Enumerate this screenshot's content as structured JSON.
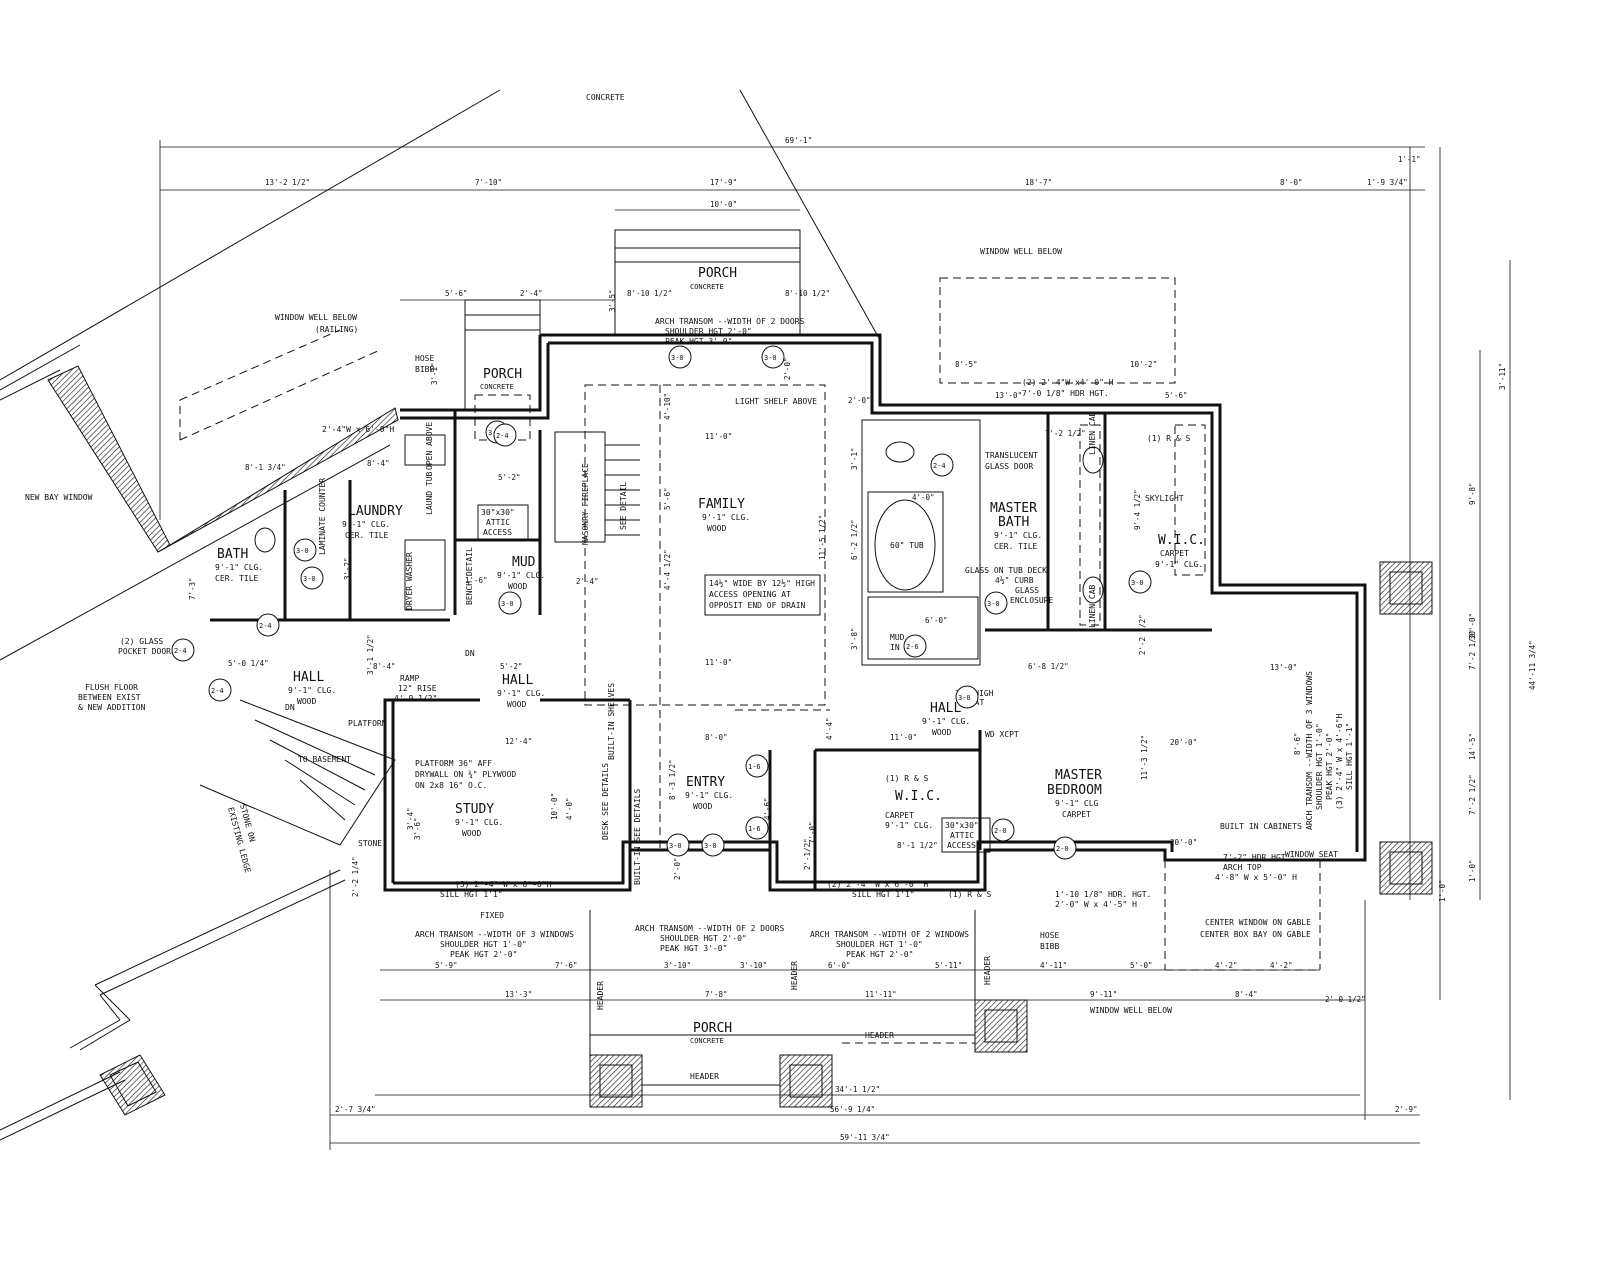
{
  "site": {
    "concrete": "CONCRETE",
    "new_bay_window": "NEW BAY WINDOW",
    "window_well_below_railing_1": "WINDOW WELL BELOW",
    "window_well_below_railing_2": "(RAILING)",
    "window_well_below_top": "WINDOW WELL BELOW",
    "window_well_below_bottom": "WINDOW WELL BELOW",
    "hose_bibb_top_1": "HOSE",
    "hose_bibb_top_2": "BIBB",
    "hose_bibb_bottom_1": "HOSE",
    "hose_bibb_bottom_2": "BIBB",
    "flush_floor_1": "FLUSH FLOOR",
    "flush_floor_2": "BETWEEN EXIST",
    "flush_floor_3": "& NEW ADDITION",
    "glass_pocket_1": "(2) GLASS",
    "glass_pocket_2": "POCKET DOORS",
    "platform": "PLATFORM",
    "to_basement": "TO BASEMENT",
    "stone": "STONE",
    "stone_on_ledge_1": "STONE ON",
    "stone_on_ledge_2": "EXISTING LEDGE",
    "header_1": "HEADER",
    "header_2": "HEADER",
    "center_window_gable": "CENTER WINDOW ON GABLE",
    "center_box_bay": "CENTER BOX BAY ON GABLE",
    "built_in_cabinets": "BUILT IN CABINETS",
    "window_seat": "WINDOW SEAT",
    "fixed": "FIXED",
    "light_shelf": "LIGHT SHELF ABOVE",
    "access_note_1": "14½\" WIDE BY 12½\" HIGH",
    "access_note_2": "ACCESS OPENING AT",
    "access_note_3": "OPPOSIT END OF DRAIN",
    "platform_note_1": "PLATFORM 36\" AFF",
    "platform_note_2": "DRYWALL ON ¾\" PLYWOOD",
    "platform_note_3": "ON 2x8 16\" O.C."
  },
  "rooms": {
    "family": {
      "name": "FAMILY",
      "clg": "9'-1\" CLG.",
      "floor": "WOOD"
    },
    "master_bath": {
      "name1": "MASTER",
      "name2": "BATH",
      "clg": "9'-1\" CLG.",
      "floor": "CER. TILE"
    },
    "wic_top": {
      "name": "W.I.C.",
      "floor": "CARPET",
      "clg": "9'-1\" CLG."
    },
    "wic_bottom": {
      "name": "W.I.C.",
      "floor": "CARPET",
      "clg": "9'-1\" CLG."
    },
    "master_bedroom": {
      "name1": "MASTER",
      "name2": "BEDROOM",
      "clg": "9'-1\" CLG",
      "floor": "CARPET"
    },
    "laundry": {
      "name": "LAUNDRY",
      "clg": "9'-1\" CLG.",
      "floor": "CER. TILE"
    },
    "bath": {
      "name": "BATH",
      "clg": "9'-1\" CLG.",
      "floor": "CER. TILE"
    },
    "mud": {
      "name": "MUD",
      "clg": "9'-1\" CLG.",
      "floor": "WOOD"
    },
    "hall_left": {
      "name": "HALL",
      "clg": "9'-1\" CLG.",
      "floor": "WOOD"
    },
    "hall_center": {
      "name": "HALL",
      "clg": "9'-1\" CLG.",
      "floor": "WOOD"
    },
    "hall_right": {
      "name": "HALL",
      "clg": "9'-1\" CLG.",
      "floor": "WOOD"
    },
    "study": {
      "name": "STUDY",
      "clg": "9'-1\" CLG.",
      "floor": "WOOD"
    },
    "entry": {
      "name": "ENTRY",
      "clg": "9'-1\" CLG.",
      "floor": "WOOD"
    },
    "porch_top": {
      "name": "PORCH",
      "floor": "CONCRETE"
    },
    "porch_left": {
      "name": "PORCH",
      "floor": "CONCRETE"
    },
    "porch_bottom": {
      "name": "PORCH",
      "floor": "CONCRETE"
    }
  },
  "fixtures": {
    "tub": "60\" TUB",
    "translucent_1": "TRANSLUCENT",
    "translucent_2": "GLASS DOOR",
    "glass_tub_1": "GLASS ON TUB DECK",
    "glass_tub_2": "4½\" CURB",
    "glass_tub_3": "GLASS",
    "glass_tub_4": "ENCLOSURE",
    "skylight": "SKYLIGHT",
    "attic_1": "30\"x30\"",
    "attic_2": "ATTIC",
    "attic_3": "ACCESS",
    "ramp_1": "RAMP",
    "ramp_2": "12\" RISE",
    "ramp_3": "4'-9 1/2\"",
    "dn_1": "DN",
    "dn_2": "DN",
    "seat_1": "21\" HIGH",
    "seat_2": "SEAT",
    "wd_xcpt": "WD XCPT",
    "linen_cab_1": "LINEN CAB",
    "linen_cab_2": "LINEN CAB",
    "mud_in_pan_1": "MUD",
    "mud_in_pan_2": "IN PAN",
    "masonry_fireplace": "MASONRY FIREPLACE",
    "see_detail_fp": "SEE DETAIL",
    "desk_see_details": "DESK SEE DETAILS",
    "built_in_shelves": "BUILT-IN SHELVES",
    "built_in_see_details": "BUILT-IN SEE DETAILS",
    "laminate_counter": "LAMINATE COUNTER",
    "dryer_washer": "DRYER WASHER",
    "laundry_tub": "LAUND TUB",
    "open_above": "OPEN ABOVE",
    "bench_detail": "BENCH DETAIL",
    "r_s_top": "(1) R & S",
    "r_s_wic": "(1) R & S",
    "r_s_bottom": "(1) R & S"
  },
  "window_notes": {
    "porch_top_1": "ARCH TRANSOM --WIDTH OF 2 DOORS",
    "porch_top_2": "SHOULDER HGT 2'-0\"",
    "porch_top_3": "PEAK HGT 3'-0\"",
    "study_1": "(3) 2'-4\" W x 6'-0\"H",
    "study_2": "SILL HGT 1'1\"",
    "study_arch_1": "ARCH TRANSOM --WIDTH OF 3 WINDOWS",
    "study_arch_2": "SHOULDER HGT 1'-0\"",
    "study_arch_3": "PEAK HGT 2'-0\"",
    "entry_arch_1": "ARCH TRANSOM --WIDTH OF 2 DOORS",
    "entry_arch_2": "SHOULDER HGT 2'-0\"",
    "entry_arch_3": "PEAK HGT 3'-0\"",
    "wic_1": "(2) 2'-4\" W x 6'-0\" H",
    "wic_2": "SILL HGT 1'1\"",
    "wic_arch_1": "ARCH TRANSOM --WIDTH OF 2 WINDOWS",
    "wic_arch_2": "SHOULDER HGT 1'-0\"",
    "wic_arch_3": "PEAK HGT 2'-0\"",
    "mb_window_1": "1'-10 1/8\" HDR. HGT.",
    "mb_window_2": "2'-0\" W x 4'-5\" H",
    "mb_arch_1": "7'-2\" HDR HGT.",
    "mb_arch_2": "ARCH TOP",
    "mb_arch_3": "4'-8\" W x 5'-0\" H",
    "bath_window_1": "(2) 2'-4\"W x4'-0\" H",
    "bath_window_2": "7'-0 1/8\" HDR HGT.",
    "laundry_window": "2'-4\"W x 6'-0\"H",
    "east_arch_1": "ARCH TRANSOM --WIDTH OF 3 WINDOWS",
    "east_arch_2": "SHOULDER HGT 1'-0\"",
    "east_arch_3": "PEAK HGT 2'-0\"",
    "east_arch_4": "(3) 2'-4\" W x 4'-6\"H",
    "east_arch_5": "SILL HGT 1'-1\""
  },
  "doors": [
    "3-0",
    "3-0",
    "3-0",
    "2-4",
    "3-0",
    "3-0",
    "2-4",
    "2-4",
    "2-4",
    "3-0",
    "3-0",
    "3-0",
    "1-6",
    "1-6",
    "3-0",
    "3-0",
    "2-0",
    "2-0",
    "2-6",
    "3-0",
    "2-4"
  ],
  "dimensions": {
    "overall_top": "69'-1\"",
    "top_row": [
      "13'-2 1/2\"",
      "7'-10\"",
      "17'-9\"",
      "18'-7\"",
      "8'-0\"",
      "1'-9 3/4\""
    ],
    "top_right_small": "1'-1\"",
    "porch_width": "10'-0\"",
    "porch_row": [
      "5'-6\"",
      "2'-4\"",
      "8'-10 1/2\"",
      "8'-10 1/2\""
    ],
    "bottom_row_1": [
      "5'-9\"",
      "7'-6\"",
      "3'-10\"",
      "3'-10\"",
      "6'-0\"",
      "5'-11\"",
      "4'-11\"",
      "5'-0\"",
      "4'-2\"",
      "4'-2\""
    ],
    "bottom_row_2": [
      "13'-3\"",
      "7'-8\"",
      "11'-11\"",
      "9'-11\"",
      "8'-4\"",
      "2'-0 1/2\""
    ],
    "bottom_34": "34'-1 1/2\"",
    "bottom_56": "56'-9 1/4\"",
    "bottom_59": "59'-11 3/4\"",
    "bottom_left": "2'-7 3/4\"",
    "bottom_right": "2'-9\"",
    "right_col": [
      "3'-11\"",
      "9'-8\"",
      "30'-0\"",
      "44'-11 3/4\"",
      "7'-2 1/2\"",
      "14'-5\"",
      "7'-2 1/2\"",
      "1'-0\"",
      "1'-0\""
    ],
    "interior": [
      "11'-0\"",
      "11'-0\"",
      "11'-5 1/2\"",
      "5'-6\"",
      "4'-4 1/2\"",
      "4'-10\"",
      "3'-1\"",
      "6'-2 1/2\"",
      "3'-8\"",
      "4'-4\"",
      "8'-0\"",
      "11'-0\"",
      "13'-0\"",
      "10'-2\"",
      "8'-5\"",
      "5'-6\"",
      "7'-2 1/2\"",
      "4'-0\"",
      "6'-0\"",
      "13'-0\"",
      "20'-0\"",
      "20'-0\"",
      "11'-3 1/2\"",
      "8'-6\"",
      "9'-4 1/2\"",
      "6'-8 1/2\"",
      "2'-2 1/2\"",
      "12'-4\"",
      "10'-0\"",
      "4'-0\"",
      "3'-6\"",
      "8'-4\"",
      "5'-2\"",
      "5'-2\"",
      "5'-0 1/4\"",
      "8'-4\"",
      "8'-1 1/2\"",
      "3'-4\"",
      "3'-1\"",
      "8'-1 3/4\"",
      "3'-1 1/2\"",
      "2'-4\"",
      "7'-0\"",
      "3'-5\"",
      "2'-0\"",
      "2'-0\"",
      "8'-3 1/2\"",
      "4'-6\"",
      "1'-6\"",
      "2'-1/2\"",
      "3'-2\"",
      "7'-3\"",
      "2'-2 1/4\"",
      "2'-0\""
    ]
  }
}
